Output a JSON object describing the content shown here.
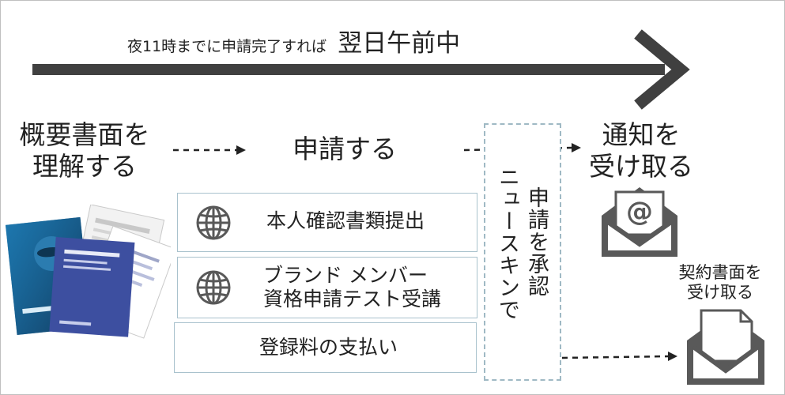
{
  "header": {
    "note_small": "夜11時までに申請完了すれば",
    "note_large": "翌日午前中"
  },
  "steps": {
    "understand": "概要書面を\n理解する",
    "apply": "申請する",
    "review": [
      "申請を承認",
      "ニュースキンで"
    ],
    "notify": "通知を\n受け取る",
    "contract": "契約書面を\n受け取る"
  },
  "actions": [
    {
      "label": "本人確認書類提出",
      "icon": "globe-icon"
    },
    {
      "label": "ブランド メンバー\n資格申請テスト受講",
      "icon": "globe-icon"
    },
    {
      "label": "登録料の支払い"
    }
  ],
  "icons": {
    "email_at": "email-at-icon",
    "contract_mail": "envelope-document-icon",
    "documents": "documents-illustration"
  },
  "colors": {
    "arrow": "#404040",
    "icon_gray": "#595959",
    "box_border": "#a9c2cd",
    "dashed_border": "#9fb9c4"
  }
}
